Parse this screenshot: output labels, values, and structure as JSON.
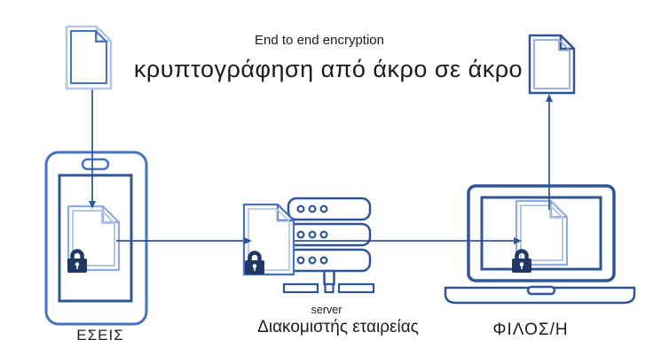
{
  "diagram": {
    "title_en": "End to end encryption",
    "title_el": "κρυπτογράφηση από άκρο σε άκρο",
    "sender": {
      "label": "ΕΣΕΙΣ"
    },
    "server": {
      "sublabel": "server",
      "label": "Διακομιστής εταιρείας"
    },
    "receiver": {
      "label": "ΦΙΛΟΣ/Η"
    },
    "icons": {
      "plain_document": "document-icon",
      "encrypted_document": "locked-document-icon",
      "lock": "lock-icon",
      "smartphone": "smartphone-icon",
      "server_rack": "server-rack-icon",
      "laptop": "laptop-icon",
      "connector": "arrow-connector"
    },
    "colors": {
      "primary": "#4472C4",
      "primary_dark": "#2F5597",
      "light_blue": "#B4C7E7",
      "mid_blue": "#8FAADC",
      "lock_navy": "#1F3864",
      "text": "#1c1c1c"
    }
  }
}
